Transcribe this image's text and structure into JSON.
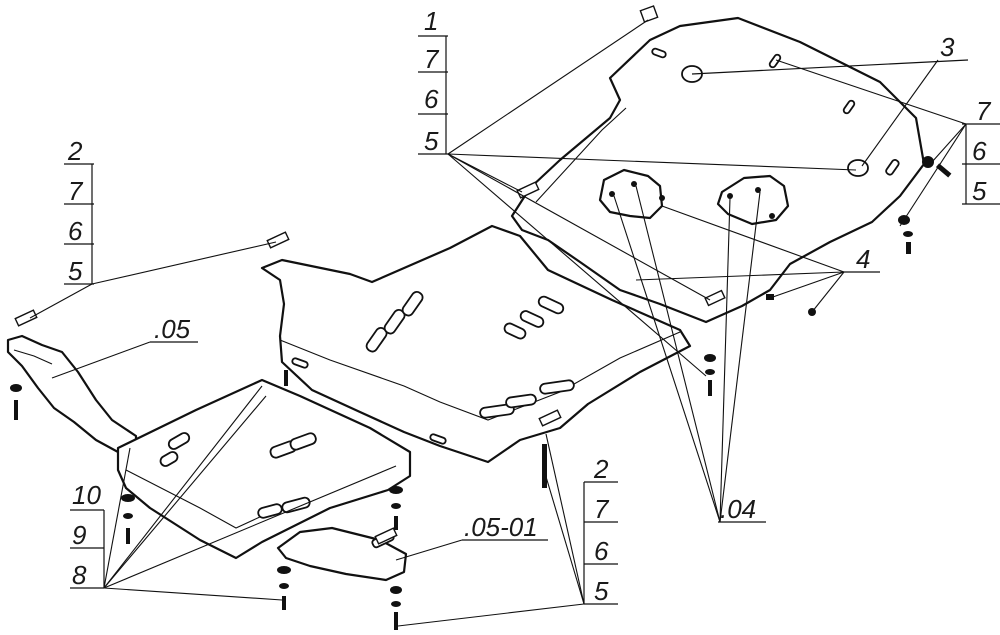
{
  "callouts": {
    "top_center": [
      "1",
      "7",
      "6",
      "5"
    ],
    "top_right_3": "3",
    "right": [
      "7",
      "6",
      "5"
    ],
    "left": [
      "2",
      "7",
      "6",
      "5"
    ],
    "label_05": ".05",
    "label_4": "4",
    "label_04": ".04",
    "label_05_01": ".05-01",
    "bottom_left": [
      "10",
      "9",
      "8"
    ],
    "bottom_right": [
      "2",
      "7",
      "6",
      "5"
    ]
  }
}
